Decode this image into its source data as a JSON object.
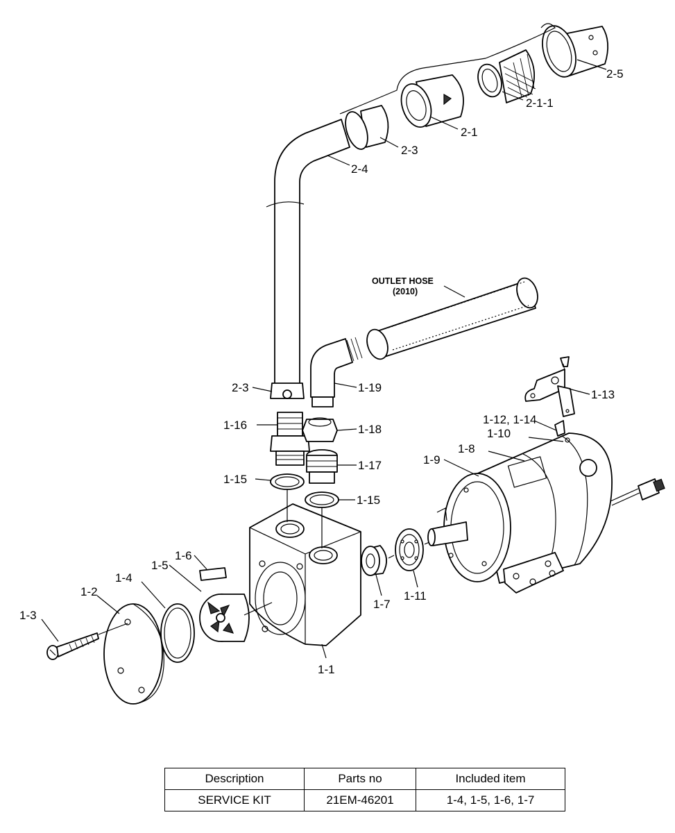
{
  "labels": {
    "p2_5": "2-5",
    "p2_1_1": "2-1-1",
    "p2_1": "2-1",
    "p2_3_top": "2-3",
    "p2_4": "2-4",
    "outlet_hose_line1": "OUTLET HOSE",
    "outlet_hose_line2": "(2010)",
    "p2_3_bottom": "2-3",
    "p1_19": "1-19",
    "p1_13": "1-13",
    "p1_16": "1-16",
    "p1_18": "1-18",
    "p1_12_14": "1-12, 1-14",
    "p1_10": "1-10",
    "p1_8": "1-8",
    "p1_9": "1-9",
    "p1_17": "1-17",
    "p1_15_left": "1-15",
    "p1_15_right": "1-15",
    "p1_6": "1-6",
    "p1_5": "1-5",
    "p1_4": "1-4",
    "p1_2": "1-2",
    "p1_3": "1-3",
    "p1_7": "1-7",
    "p1_11": "1-11",
    "p1_1": "1-1"
  },
  "table": {
    "headers": [
      "Description",
      "Parts no",
      "Included item"
    ],
    "row": [
      "SERVICE KIT",
      "21EM-46201",
      "1-4, 1-5, 1-6, 1-7"
    ]
  }
}
